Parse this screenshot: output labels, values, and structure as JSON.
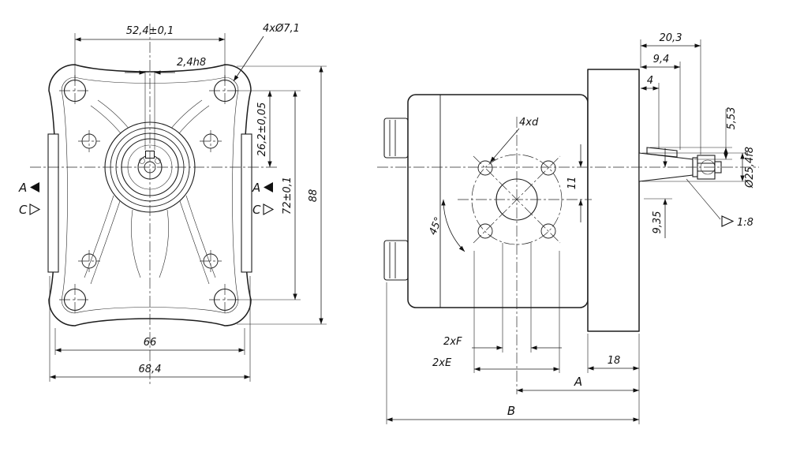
{
  "front_view": {
    "dim_bolt_spacing_h": "52,4±0,1",
    "dim_key_width": "2,4h8",
    "dim_holes": "4xØ7,1",
    "dim_center_to_holes": "26,2±0,05",
    "dim_bolt_spacing_v": "72±0,1",
    "dim_height": "88",
    "dim_width_inner": "66",
    "dim_width_outer": "68,4",
    "section_a": "A",
    "section_c": "C"
  },
  "side_view": {
    "dim_shaft_length": "20,3",
    "dim_taper_length": "9,4",
    "dim_step": "4",
    "dim_key_height": "5,53",
    "dim_shaft_diameter": "Ø25,4f8",
    "taper_ratio": "1:8",
    "dim_key_depth": "9,35",
    "dim_port_offset": "11",
    "label_rear_holes": "4xd",
    "angle_holes": "45°",
    "dim_hole_spacing_f": "2xF",
    "dim_hole_spacing_e": "2xE",
    "dim_flange_thickness": "18",
    "dim_body_a": "A",
    "dim_total_b": "B"
  }
}
